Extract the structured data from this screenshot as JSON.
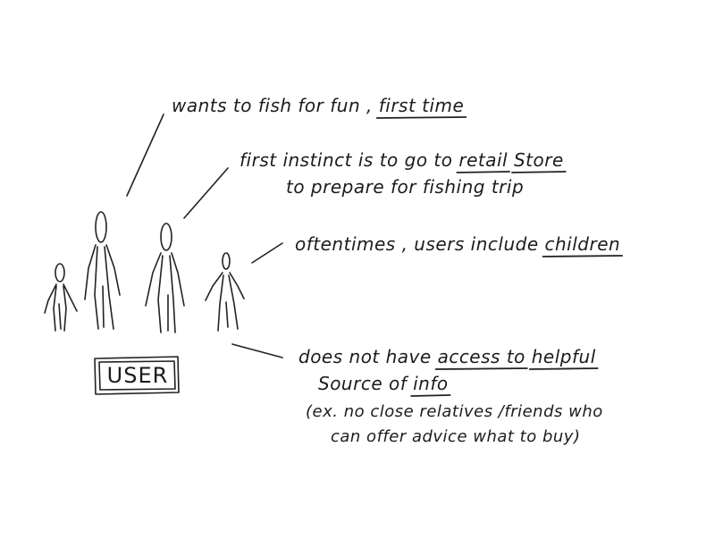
{
  "user_label": "USER",
  "notes": [
    {
      "lines": [
        [
          {
            "t": "wants to fish for fun , "
          },
          {
            "t": "first time",
            "u": true
          }
        ]
      ]
    },
    {
      "lines": [
        [
          {
            "t": "first instinct is to go to "
          },
          {
            "t": "retail",
            "u": true
          },
          {
            "t": " "
          },
          {
            "t": "Store",
            "u": true
          }
        ],
        [
          {
            "t": "to prepare for fishing trip"
          }
        ]
      ]
    },
    {
      "lines": [
        [
          {
            "t": "oftentimes , users include "
          },
          {
            "t": "children",
            "u": true
          }
        ]
      ]
    },
    {
      "lines": [
        [
          {
            "t": "does not have "
          },
          {
            "t": "access to",
            "u": true
          },
          {
            "t": " "
          },
          {
            "t": "helpful",
            "u": true
          }
        ],
        [
          {
            "t": "Source of "
          },
          {
            "t": "info",
            "u": true
          }
        ],
        [
          {
            "t": "(ex. no close relatives /friends who"
          }
        ],
        [
          {
            "t": "can offer advice   what to buy)"
          }
        ]
      ]
    }
  ]
}
